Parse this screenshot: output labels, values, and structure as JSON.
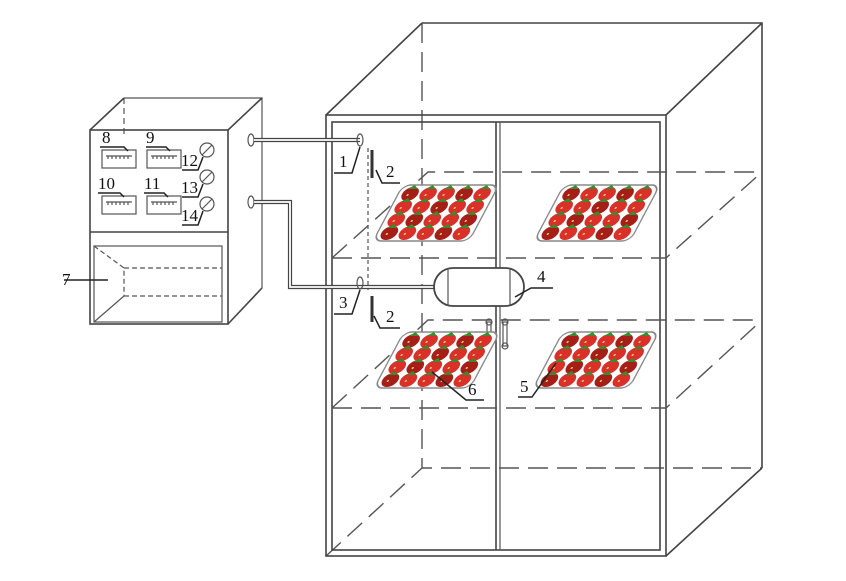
{
  "colors": {
    "line": "#444444",
    "tray": "#ffffff",
    "strawberry": "#d9302a",
    "strawberry_dark": "#a61e18",
    "leaf": "#3d8a2e",
    "seed": "#f6d57a"
  },
  "labels": {
    "l1": "1",
    "l2a": "2",
    "l2b": "2",
    "l3": "3",
    "l4": "4",
    "l5": "5",
    "l6": "6",
    "l7": "7",
    "l8": "8",
    "l9": "9",
    "l10": "10",
    "l11": "11",
    "l12": "12",
    "l13": "13",
    "l14": "14"
  },
  "trays": [
    {
      "id": "tray-upper-left"
    },
    {
      "id": "tray-upper-right"
    },
    {
      "id": "tray-lower-left"
    },
    {
      "id": "tray-lower-right"
    }
  ]
}
